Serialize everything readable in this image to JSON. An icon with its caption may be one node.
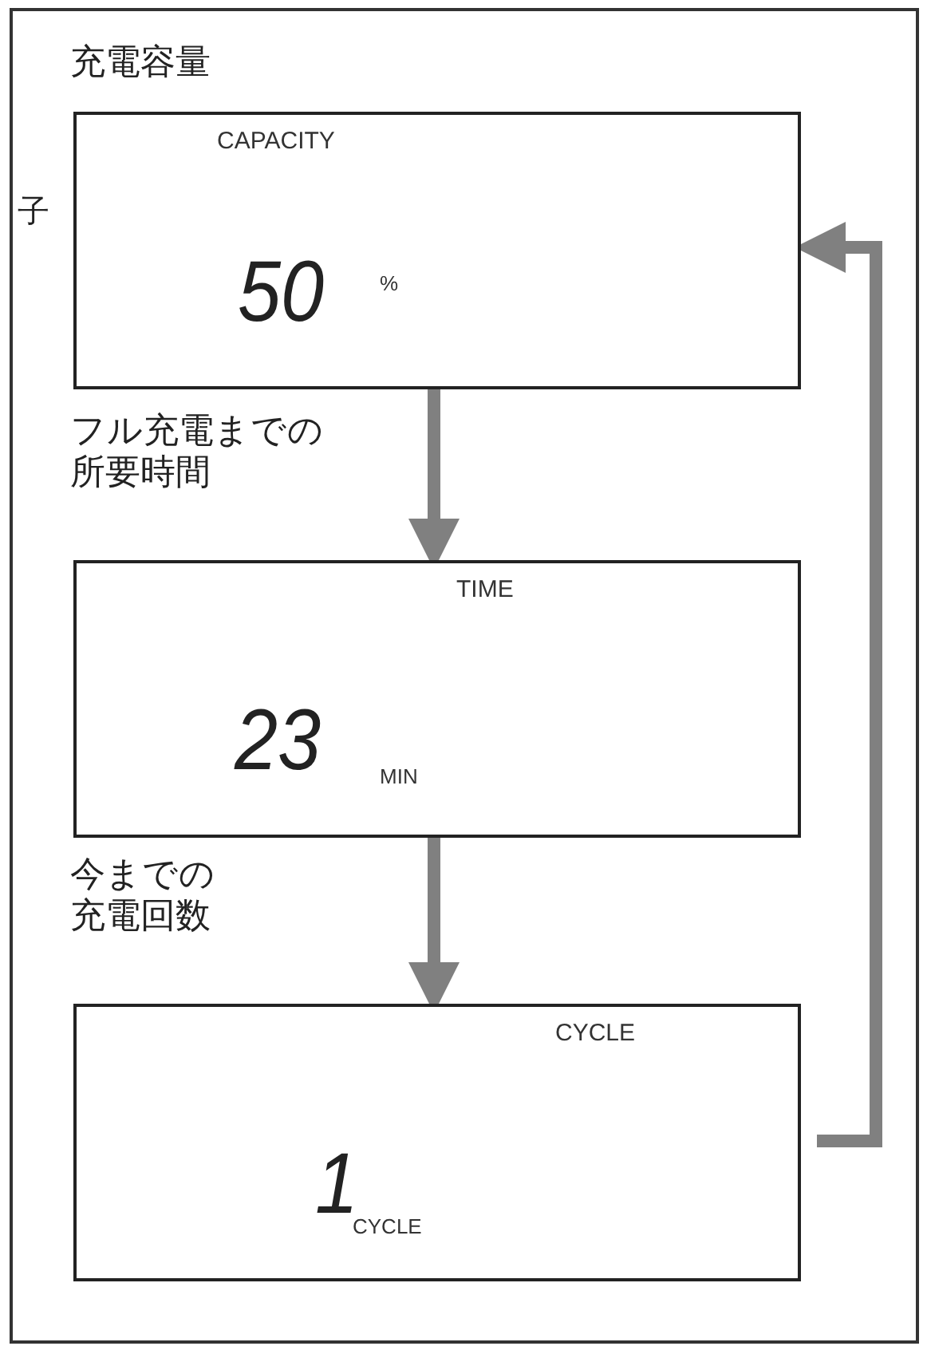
{
  "diagram": {
    "nodes": [
      {
        "text": [
          "充電容量",
          "CAPACITY",
          "50",
          "%"
        ]
      },
      {
        "text": [
          "フル充電までの所要時間",
          "TIME",
          "23",
          "MIN"
        ]
      },
      {
        "text": [
          "今までの充電回数",
          "CYCLE",
          "1",
          "CYCLE"
        ]
      }
    ],
    "edges": [
      {
        "from": 0,
        "to": 1,
        "arrow": "to"
      },
      {
        "from": 1,
        "to": 2,
        "arrow": "to"
      },
      {
        "from": 2,
        "to": 0,
        "arrow": "to"
      }
    ],
    "labels": [
      "子"
    ]
  }
}
